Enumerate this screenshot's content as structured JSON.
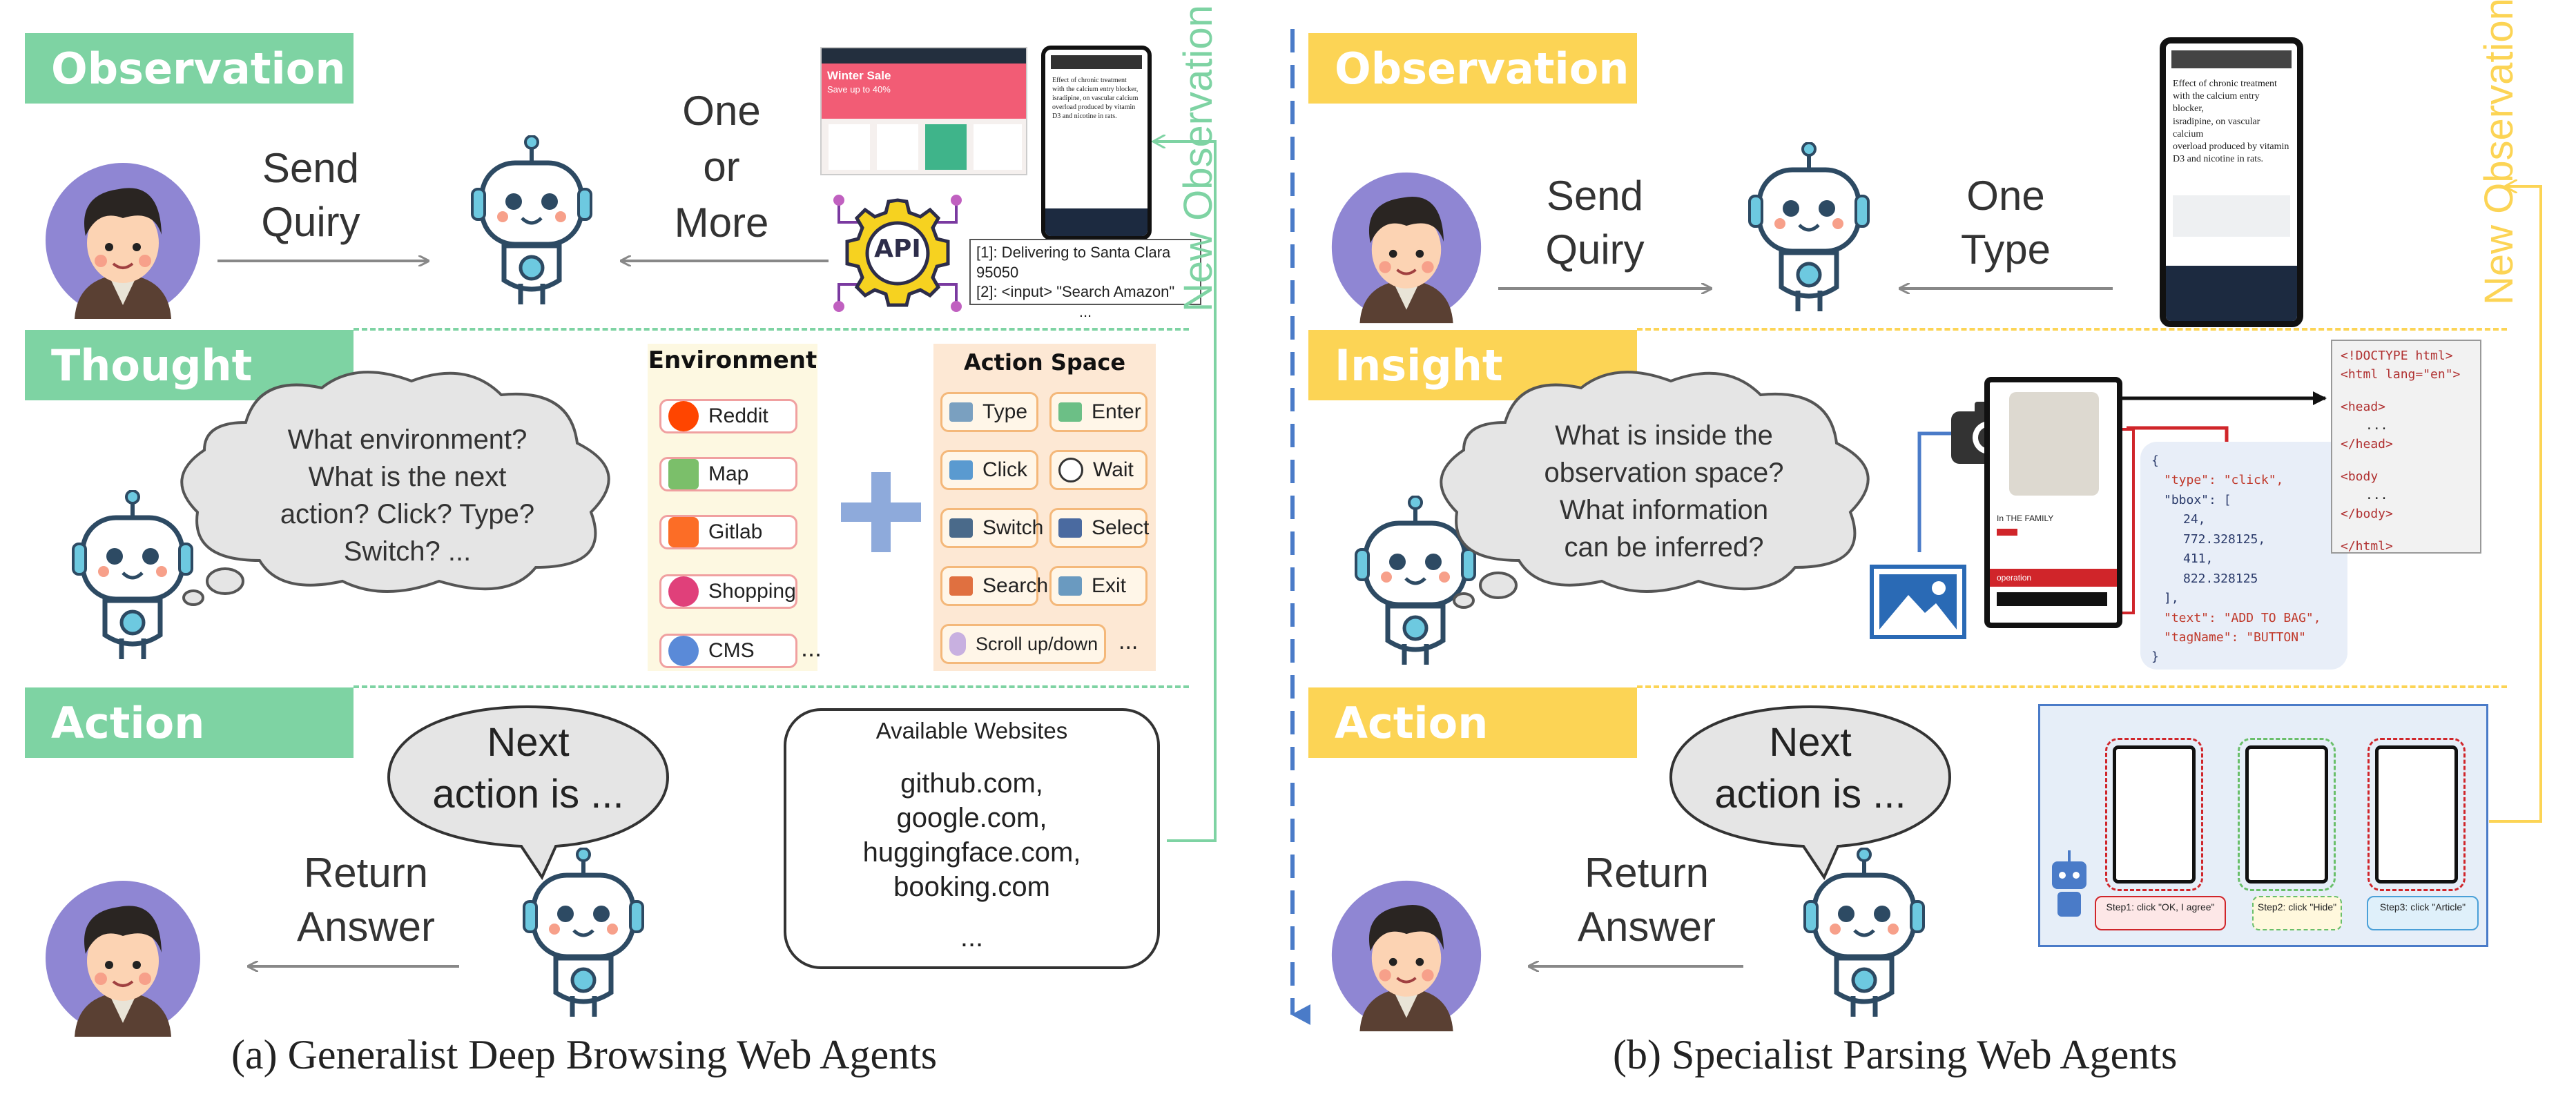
{
  "colors": {
    "green": "#7ed3a3",
    "yellow": "#fcd455",
    "blue_arrow": "#4a7bc8",
    "gray_arrow": "#888888"
  },
  "left": {
    "observation_label": "Observation",
    "thought_label": "Thought",
    "action_label": "Action",
    "send_query": [
      "Send",
      "Quiry"
    ],
    "one_or_more": [
      "One",
      "or",
      "More"
    ],
    "api_label": "API",
    "obs_lines": [
      "[1]: Delivering to Santa Clara 95050",
      "[2]: <input> \"Search Amazon\"",
      "..."
    ],
    "thought_cloud": [
      "What environment?",
      "What is the next",
      "action? Click? Type?",
      "Switch? ..."
    ],
    "environment_title": "Environment",
    "environments": [
      "Reddit",
      "Map",
      "Gitlab",
      "Shopping",
      "CMS"
    ],
    "env_more": "...",
    "action_space_title": "Action Space",
    "actions": [
      "Type",
      "Enter",
      "Click",
      "Wait",
      "Switch",
      "Select",
      "Search",
      "Exit"
    ],
    "scroll_action": "Scroll up/down",
    "action_more": "...",
    "next_action": [
      "Next",
      "action is ..."
    ],
    "return_answer": [
      "Return",
      "Answer"
    ],
    "websites_title": "Available Websites",
    "websites": [
      "github.com,",
      "google.com,",
      "huggingface.com,",
      "booking.com"
    ],
    "websites_more": "...",
    "new_observation": "New Observation",
    "caption": "(a) Generalist Deep Browsing Web Agents",
    "amazon_banner": "Winter Sale",
    "amazon_sub": "Save up to 40%",
    "phone_article": [
      "Effect of chronic treatment",
      "with the calcium entry blocker,",
      "isradipine, on vascular calcium",
      "overload produced by vitamin",
      "D3 and nicotine in rats."
    ]
  },
  "right": {
    "observation_label": "Observation",
    "insight_label": "Insight",
    "action_label": "Action",
    "send_query": [
      "Send",
      "Quiry"
    ],
    "one_type": [
      "One",
      "Type"
    ],
    "insight_cloud": [
      "What is inside the",
      "observation space?",
      "What information",
      "can be inferred?"
    ],
    "html_code": [
      "<!DOCTYPE html>",
      "<html lang=\"en\">",
      "<head>",
      "...",
      "</head>",
      "<body",
      "...",
      "</body>",
      "</html>"
    ],
    "json_code": [
      "{",
      "\"type\": \"click\",",
      "\"bbox\": [",
      "24,",
      "772.328125,",
      "411,",
      "822.328125",
      "],",
      "\"text\": \"ADD TO BAG\",",
      "\"tagName\": \"BUTTON\"",
      "}"
    ],
    "product_text": [
      "In THE FAMILY",
      "operation"
    ],
    "next_action": [
      "Next",
      "action is ..."
    ],
    "return_answer": [
      "Return",
      "Answer"
    ],
    "steps": [
      "Step1: click \"OK, I agree\"",
      "Step2: click \"Hide\"",
      "Step3: click \"Article\""
    ],
    "new_observation": "New Observation",
    "caption": "(b) Specialist Parsing Web Agents",
    "phone_article": [
      "Effect of chronic treatment",
      "with the calcium entry blocker,",
      "isradipine, on vascular calcium",
      "overload produced by vitamin",
      "D3 and nicotine in rats."
    ]
  }
}
